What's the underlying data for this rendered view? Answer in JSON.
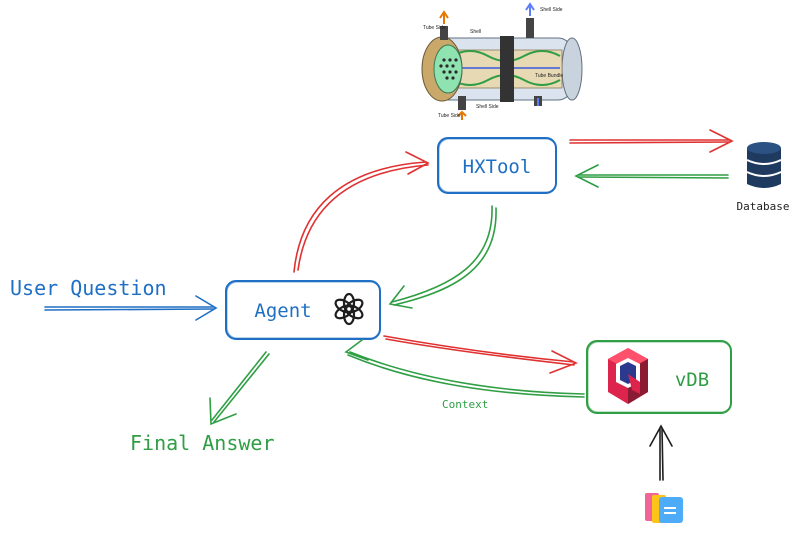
{
  "diagram": {
    "nodes": {
      "hxtool": {
        "label": "HXTool"
      },
      "agent": {
        "label": "Agent"
      },
      "vdb": {
        "label": "vDB"
      },
      "database": {
        "label": "Database"
      }
    },
    "labels": {
      "user_question": "User Question",
      "final_answer": "Final Answer",
      "context": "Context"
    },
    "heat_exchanger": {
      "shell_side_top": "Shell Side",
      "shell": "Shell",
      "tube_side_top": "Tube Side",
      "tube_bundle": "Tube Bundle",
      "shell_side_bottom": "Shell Side",
      "tube_side_bottom": "Tube Side"
    },
    "colors": {
      "blue": "#1f6fc4",
      "green": "#2f9e44",
      "red": "#e03131",
      "dark": "#1e1e1e"
    }
  }
}
